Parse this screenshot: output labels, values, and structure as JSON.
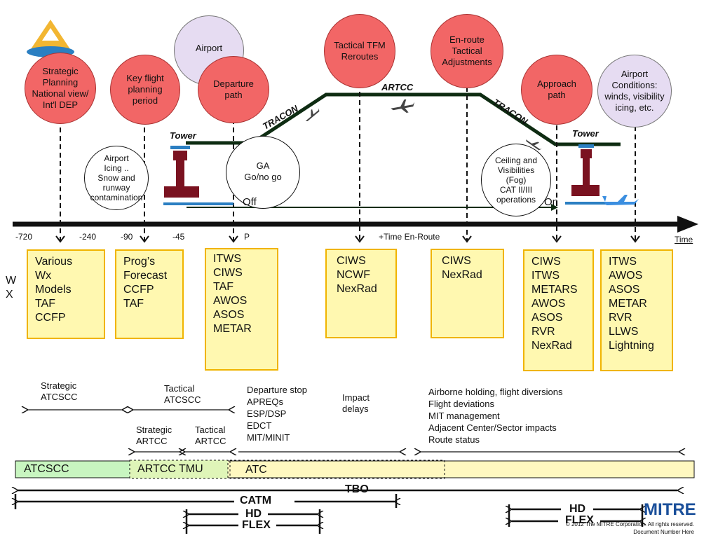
{
  "colors": {
    "red_circle": "#f26666",
    "lavender_circle": "#e6dcf2",
    "wx_box": "#fff8b0",
    "wx_border": "#f0b400",
    "atcscc_bar": "#c8f5c0",
    "atc_bar": "#fff8c0",
    "mitre_blue": "#1a4f9a"
  },
  "top_circles": {
    "strategic": "Strategic\nPlanning\nNational view/\nInt'l DEP",
    "key_flight": "Key flight\nplanning\nperiod",
    "airport": "Airport",
    "departure": "Departure\npath",
    "tactical_tfm": "Tactical TFM\nReroutes",
    "enroute": "En-route\nTactical\nAdjustments",
    "approach": "Approach\npath",
    "airport_conditions": "Airport\nConditions:\nwinds, visibility\nicing, etc."
  },
  "mid_circles": {
    "airport_icing": "Airport\nIcing ..\nSnow and\nrunway\ncontamination",
    "ga": "GA\nGo/no go",
    "ceiling": "Ceiling and\nVisibilities\n(Fog)\nCAT II/III\noperations"
  },
  "profile_labels": {
    "tracon_left": "TRACON",
    "artcc": "ARTCC",
    "tracon_right": "TRACON",
    "tower_left": "Tower",
    "tower_right": "Tower",
    "off": "Off",
    "on": "On"
  },
  "timeline": {
    "ticks": [
      "-720",
      "-240",
      "-90",
      "-45",
      "P",
      "+Time En-Route"
    ],
    "time_label": "Time"
  },
  "wx_label": "W\nX",
  "wx_boxes": [
    "Various\n   Wx\n Models\nTAF\nCCFP",
    "Prog’s\nForecast\nCCFP\nTAF",
    "ITWS\nCIWS\nTAF\nAWOS\nASOS\nMETAR",
    "CIWS\nNCWF\nNexRad",
    "CIWS\nNexRad",
    "CIWS\nITWS\nMETARS\nAWOS\nASOS\nRVR\nNexRad",
    "ITWS\nAWOS\nASOS\nMETAR\nRVR\nLLWS\nLightning"
  ],
  "lower_text": {
    "strategic_atcscc": "Strategic\nATCSCC",
    "tactical_atcscc": "Tactical\nATCSCC",
    "strategic_artcc": "Strategic\nARTCC",
    "tactical_artcc": "Tactical\nARTCC",
    "departure_stop": "Departure stop\nAPREQs\nESP/DSP\nEDCT\nMIT/MINIT",
    "impact_delays": "Impact\ndelays",
    "airborne": "Airborne holding, flight diversions\nFlight deviations\nMIT management\nAdjacent Center/Sector impacts\nRoute status"
  },
  "bars": {
    "atcscc": "ATCSCC",
    "artcc_tmu": "ARTCC TMU",
    "atc": "ATC"
  },
  "spans": {
    "tbo": "TBO",
    "catm": "CATM",
    "hd_left": "HD",
    "flex_left": "FLEX",
    "hd_right": "HD",
    "flex_right": "FLEX"
  },
  "footer": {
    "logo": "MITRE",
    "copyright": "© 2012 The MITRE Corporation. All rights reserved.",
    "doc_number": "Document Number Here"
  }
}
